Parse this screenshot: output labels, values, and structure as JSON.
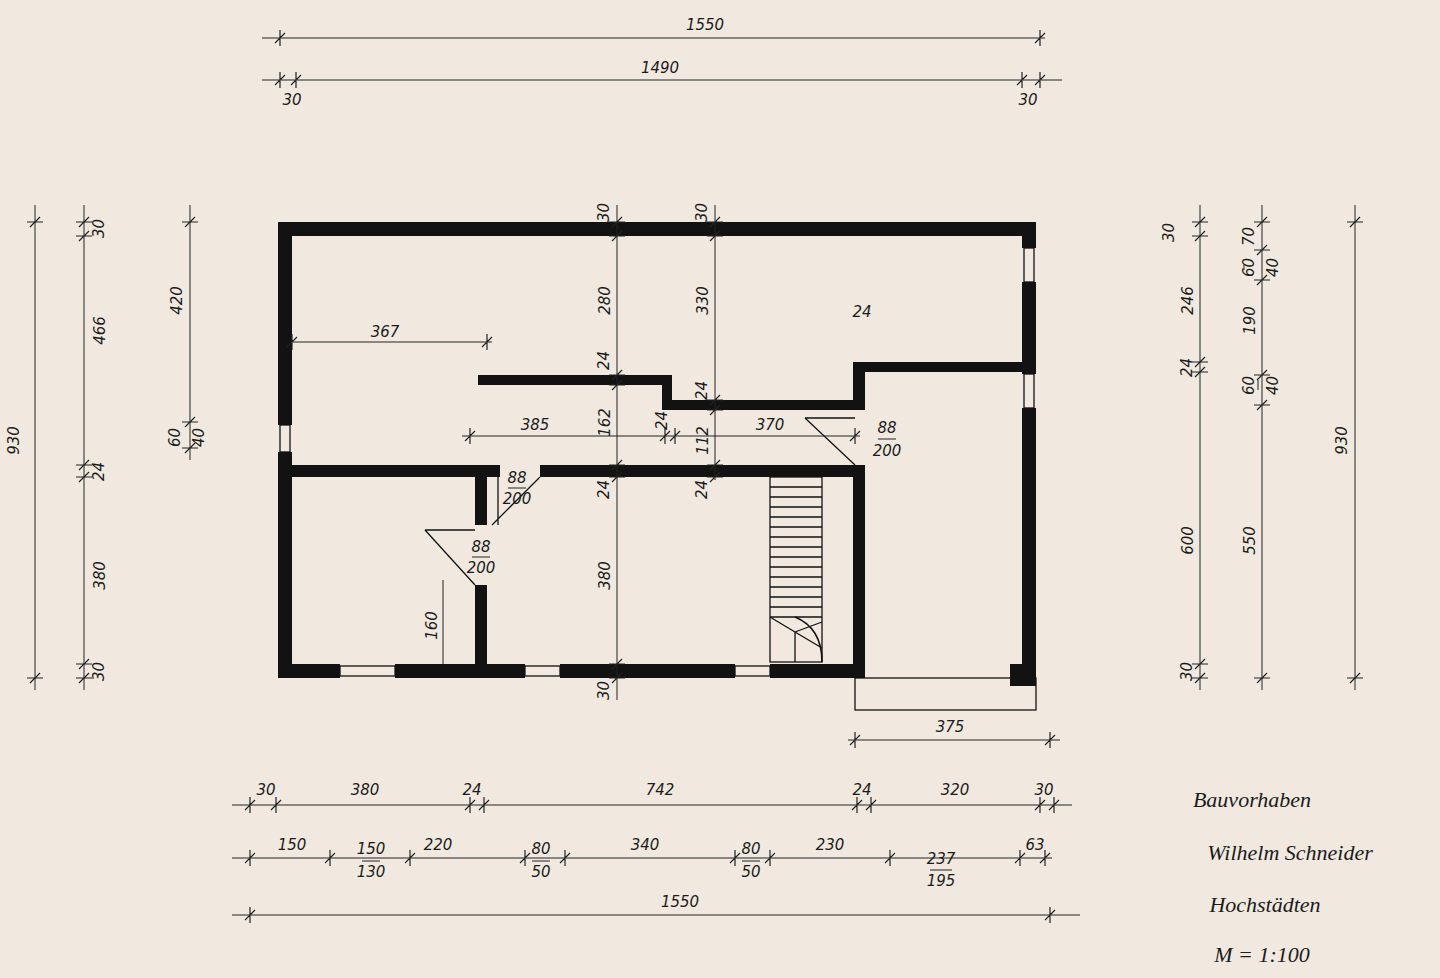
{
  "diagram": {
    "labels": [
      "1550",
      "1490",
      "30",
      "30",
      "930",
      "466",
      "30",
      "24",
      "380",
      "30",
      "420",
      "60",
      "40",
      "30",
      "30",
      "280",
      "330",
      "367",
      "24",
      "24",
      "24",
      "385",
      "162",
      "24",
      "112",
      "370",
      "88",
      "200",
      "88",
      "200",
      "88",
      "200",
      "24",
      "24",
      "380",
      "160",
      "30",
      "375",
      "30",
      "246",
      "24",
      "600",
      "30",
      "70",
      "60",
      "40",
      "190",
      "60",
      "40",
      "550",
      "930",
      "30",
      "380",
      "24",
      "742",
      "24",
      "320",
      "30",
      "150",
      "150",
      "130",
      "220",
      "80",
      "50",
      "340",
      "80",
      "50",
      "230",
      "237",
      "195",
      "63",
      "1550",
      "Bauvorhaben",
      "Wilhelm Schneider",
      "Hochstädten",
      "M = 1:100"
    ]
  }
}
